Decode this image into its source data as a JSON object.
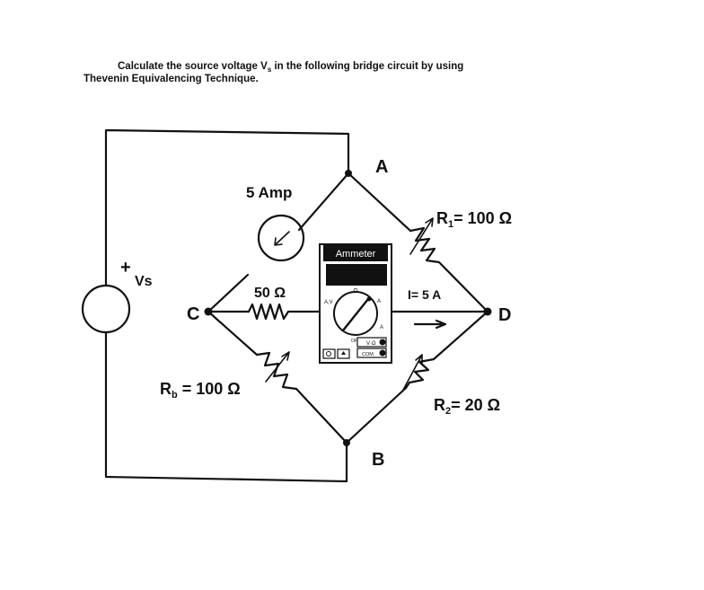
{
  "problem": {
    "line1": "Calculate the source voltage V",
    "line1_sub": "s",
    "line1_end": " in the following bridge circuit by using",
    "line2": "Thevenin Equivalencing Technique."
  },
  "labels": {
    "node_a": "A",
    "node_b": "B",
    "node_c": "C",
    "node_d": "D",
    "source_plus": "+",
    "source_name": "Vs",
    "meter_reading": "5 Amp",
    "r_cd": "50 Ω",
    "r1_main": "R",
    "r1_sub": "1",
    "r1_val": "= 100 Ω",
    "r2_main": "R",
    "r2_sub": "2",
    "r2_val": "= 20 Ω",
    "rb_main": "R",
    "rb_sub": "b",
    "rb_val": " = 100 Ω",
    "current": "I= 5 A"
  },
  "ammeter": {
    "title": "Ammeter",
    "dial_a": "A",
    "dial_omega": "Ω",
    "dial_v": "A,V",
    "dial_off": "OFF",
    "jack_va": "V·Ω",
    "jack_com": "COM"
  }
}
